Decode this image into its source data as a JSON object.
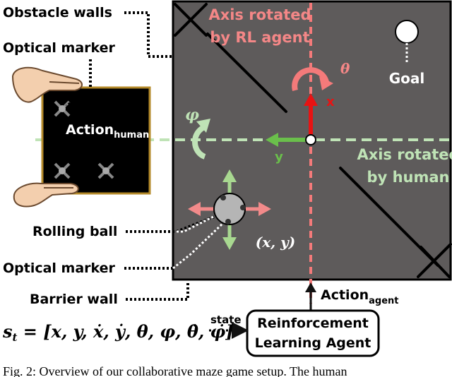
{
  "labels": {
    "obstacle_walls": "Obstacle walls",
    "optical_marker_top": "Optical marker",
    "action_human": "Action",
    "action_human_sub": "human",
    "rolling_ball": "Rolling ball",
    "optical_marker_bottom": "Optical marker",
    "barrier_wall": "Barrier wall",
    "axis_rl_line1": "Axis rotated",
    "axis_rl_line2": "by RL agent",
    "axis_human_line1": "Axis rotated",
    "axis_human_line2": "by human",
    "goal": "Goal",
    "theta": "θ",
    "phi": "φ",
    "x_axis": "x",
    "y_axis": "y",
    "ball_pos": "(x, y)",
    "action_agent": "Action",
    "action_agent_sub": "agent",
    "state": "state",
    "rl_agent_line1": "Reinforcement",
    "rl_agent_line2": "Learning Agent",
    "state_vector": "s",
    "state_vector_sub": "t",
    "state_vector_rhs": " = [x, y, ẋ, ẏ, θ, φ, θ̇, φ̇]",
    "caption": "Fig. 2: Overview of our collaborative maze game setup. The human"
  },
  "colors": {
    "board": "#5e5b5b",
    "rl_axis": "#f47a7a",
    "rl_text": "#f48787",
    "human_axis": "#bfe3b6",
    "human_text": "#bfe3b6",
    "x_arrow": "#e81313",
    "y_arrow": "#6abf4b",
    "ball_arrow_h": "#f28a8a",
    "ball_arrow_v": "#a8d890"
  }
}
